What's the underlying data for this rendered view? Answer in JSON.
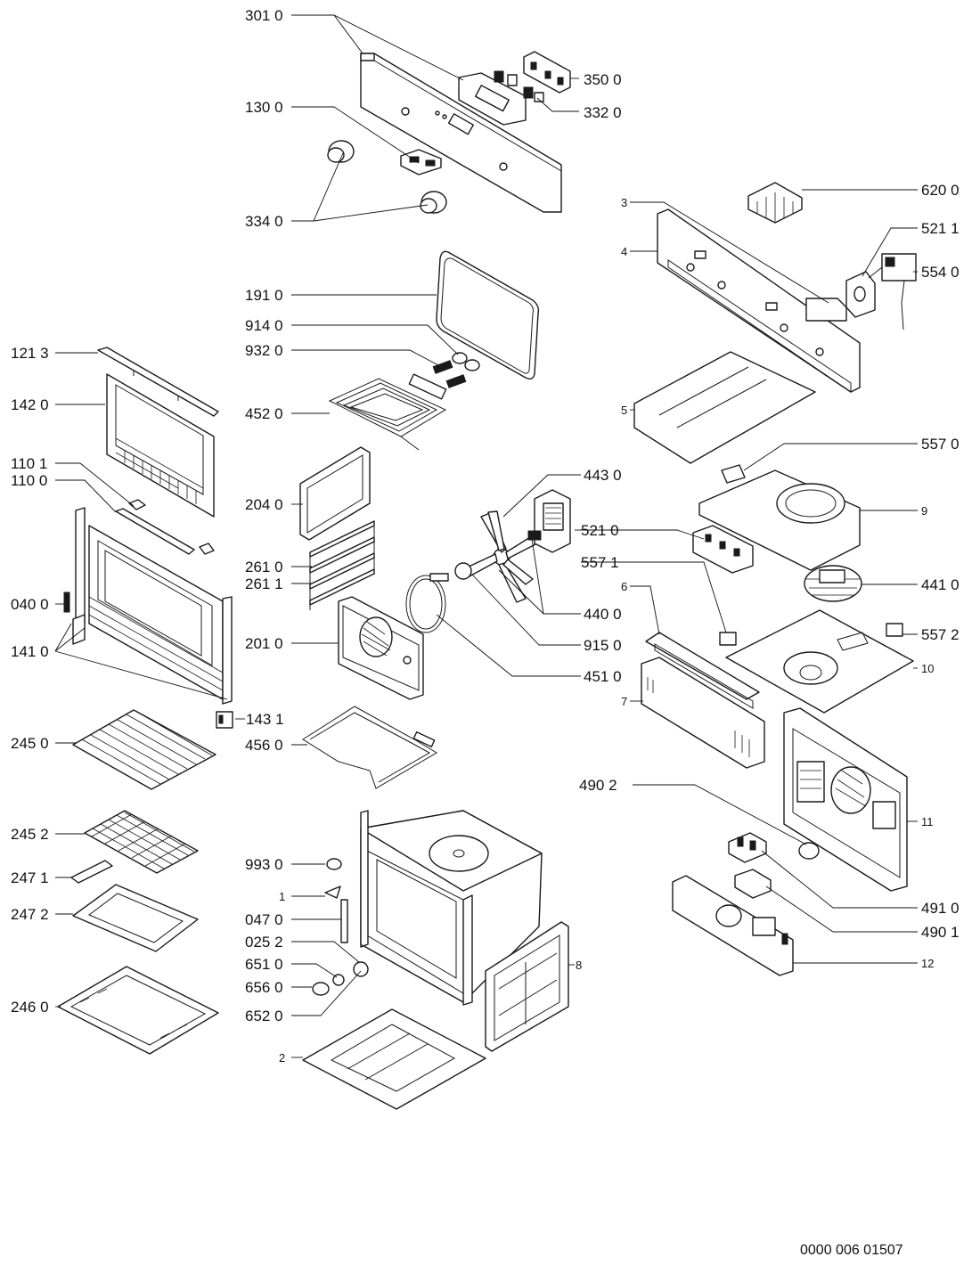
{
  "document_number": "0000 006 01507",
  "labels": {
    "l3010": "301 0",
    "l3500": "350 0",
    "l3320": "332 0",
    "l1300": "130 0",
    "l3340": "334 0",
    "l1910": "191 0",
    "l9140": "914 0",
    "l9320": "932 0",
    "l1213": "121 3",
    "l1420": "142 0",
    "l4520": "452 0",
    "l1101": "110 1",
    "l1100": "110 0",
    "l2040": "204 0",
    "l0400": "040 0",
    "l2610": "261 0",
    "l2611": "261 1",
    "l1410": "141 0",
    "l2010": "201 0",
    "l1431": "143 1",
    "l2450": "245 0",
    "l4560": "456 0",
    "l2452": "245 2",
    "l9930": "993 0",
    "l2471": "247 1",
    "l1": "1",
    "l2472": "247 2",
    "l0470": "047 0",
    "l0252": "025 2",
    "l6510": "651 0",
    "l6560": "656 0",
    "l6520": "652 0",
    "l2460": "246 0",
    "l2": "2",
    "l4430": "443 0",
    "l5210": "521 0",
    "l5571": "557 1",
    "l4400": "440 0",
    "l9150": "915 0",
    "l4510": "451 0",
    "l6200": "620 0",
    "l3": "3",
    "l5211": "521 1",
    "l4": "4",
    "l5540": "554 0",
    "l5": "5",
    "l5570": "557 0",
    "l9": "9",
    "l4410": "441 0",
    "l6": "6",
    "l5572": "557 2",
    "l10": "10",
    "l7": "7",
    "l4902": "490 2",
    "l11": "11",
    "l4910": "491 0",
    "l4901": "490 1",
    "l12": "12",
    "l8": "8"
  }
}
